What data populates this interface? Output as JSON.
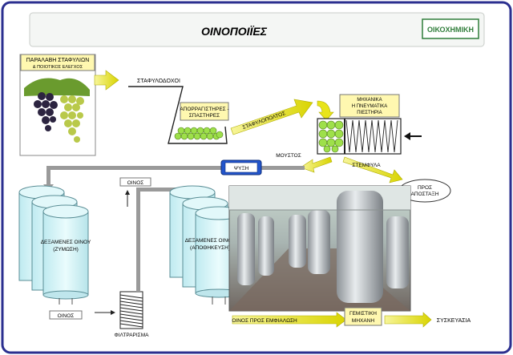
{
  "header": {
    "title": "ΟΙΝΟΠΟΙΪΕΣ",
    "logo_text": "ΟΙΚΟΧΗΜΙΚΗ"
  },
  "labels": {
    "grape_reception_line1": "ΠΑΡΑΛΑΒΗ ΣΤΑΦΥΛΙΩΝ",
    "grape_reception_line2": "& ΠΟΙΟΤΙΚΟΣ ΕΛΕΓΧΟΣ",
    "grape_hopper": "ΣΤΑΦΥΛΟΔΟΧΟΙ",
    "destemmer_line1": "ΑΠΟΡΡΑΓΙΣΤΗΡΕΣ -",
    "destemmer_line2": "ΣΠΑΣΤΗΡΕΣ",
    "pomace": "ΣΤΑΦΥΛΟΠΟΛΤΟΣ",
    "press_line1": "ΜΗΧΑΝΙΚΑ",
    "press_line2": "Η ΠΝΕΥΜΑΤΙΚΑ",
    "press_line3": "ΠΙΕΣΤΗΡΙΑ",
    "must": "ΜΟΥΣΤΟΣ",
    "cooling": "ΨΥΞΗ",
    "marc": "ΣΤΕΜΦΥΛΑ",
    "to_distillation_line1": "ΠΡΟΣ",
    "to_distillation_line2": "ΑΠΟΣΤΑΞΗ",
    "wine_top": "ΟΙΝΟΣ",
    "tanks_fermentation_line1": "ΔΕΞΑΜΕΝΕΣ ΟΙΝΟΥ",
    "tanks_fermentation_line2": "(ΖΥΜΩΣΗ)",
    "tanks_storage_line1": "ΔΕΞΑΜΕΝΕΣ ΟΙΝΟΥ",
    "tanks_storage_line2": "(ΑΠΟΘΗΚΕΥΣΗ)",
    "wine_bottom": "ΟΙΝΟΣ",
    "filtration": "ΦΙΛΤΡΑΡΙΣΜΑ",
    "wine_to_bottling": "ΟΙΝΟΣ ΠΡΟΣ ΕΜΦΙΑΛΩΣΗ",
    "filling_line1": "ΓΕΜΙΣΤΙΚΗ",
    "filling_line2": "ΜΗΧΑΝΗ",
    "packaging": "ΣΥΣΚΕΥΑΣΙΑ"
  },
  "colors": {
    "frame_border": "#2b2f8f",
    "arrow_yellow": "#e8e41a",
    "pipe_gray": "#9a9a9a",
    "tank_cyan": "#d6f4f7",
    "pump_blue": "#2255cc",
    "logo_green": "#2f7d3a"
  }
}
